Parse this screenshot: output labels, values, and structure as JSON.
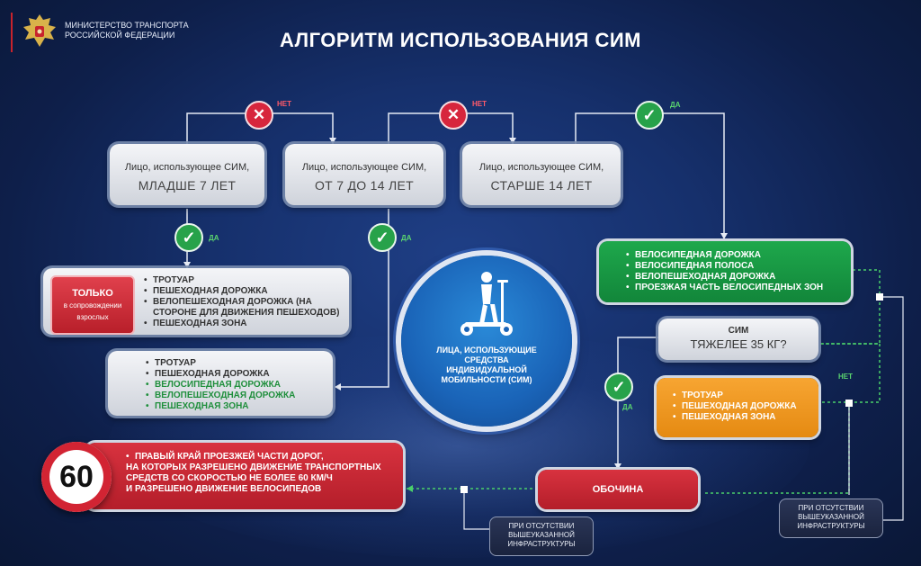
{
  "header": {
    "ministry_line1": "МИНИСТЕРСТВО ТРАНСПОРТА",
    "ministry_line2": "РОССИЙСКОЙ ФЕДЕРАЦИИ",
    "title": "АЛГОРИТМ ИСПОЛЬЗОВАНИЯ СИМ"
  },
  "age_boxes": [
    {
      "line1": "Лицо, использующее СИМ,",
      "line2": "МЛАДШЕ 7 ЛЕТ"
    },
    {
      "line1": "Лицо, использующее СИМ,",
      "line2": "ОТ 7 ДО 14 ЛЕТ"
    },
    {
      "line1": "Лицо, использующее СИМ,",
      "line2": "СТАРШЕ 14 ЛЕТ"
    }
  ],
  "decision_labels": {
    "no1": "НЕТ",
    "no2": "НЕТ",
    "yes_top": "ДА",
    "yes_left": "ДА",
    "yes_mid": "ДА",
    "yes_lower": "ДА",
    "no_right": "НЕТ"
  },
  "under7": {
    "badge_line1": "ТОЛЬКО",
    "badge_line2": "в сопровождении",
    "badge_line3": "взрослых",
    "items": [
      "ТРОТУАР",
      "ПЕШЕХОДНАЯ ДОРОЖКА",
      "ВЕЛОПЕШЕХОДНАЯ ДОРОЖКА (НА",
      "СТОРОНЕ ДЛЯ ДВИЖЕНИЯ ПЕШЕХОДОВ)",
      "ПЕШЕХОДНАЯ ЗОНА"
    ]
  },
  "age7_14": {
    "items_red": [
      "ТРОТУАР",
      "ПЕШЕХОДНАЯ ДОРОЖКА"
    ],
    "items_green": [
      "ВЕЛОСИПЕДНАЯ ДОРОЖКА",
      "ВЕЛОПЕШЕХОДНАЯ ДОРОЖКА",
      "ПЕШЕХОДНАЯ ЗОНА"
    ]
  },
  "over14": {
    "items": [
      "ВЕЛОСИПЕДНАЯ ДОРОЖКА",
      "ВЕЛОСИПЕДНАЯ ПОЛОСА",
      "ВЕЛОПЕШЕХОДНАЯ ДОРОЖКА",
      "ПРОЕЗЖАЯ ЧАСТЬ ВЕЛОСИПЕДНЫХ ЗОН"
    ]
  },
  "weight_question": {
    "line1": "СИМ",
    "line2": "ТЯЖЕЛЕЕ 35 КГ?"
  },
  "heavy_no": {
    "items": [
      "ТРОТУАР",
      "ПЕШЕХОДНАЯ ДОРОЖКА",
      "ПЕШЕХОДНАЯ ЗОНА"
    ]
  },
  "shoulder": {
    "label": "ОБОЧИНА"
  },
  "center": {
    "line1": "ЛИЦА, ИСПОЛЬЗУЮЩИЕ",
    "line2": "СРЕДСТВА",
    "line3": "ИНДИВИДУАЛЬНОЙ",
    "line4": "МОБИЛЬНОСТИ (СИМ)"
  },
  "road60": {
    "sign_value": "60",
    "line1": "ПРАВЫЙ КРАЙ ПРОЕЗЖЕЙ ЧАСТИ ДОРОГ,",
    "line2": "НА КОТОРЫХ РАЗРЕШЕНО ДВИЖЕНИЕ ТРАНСПОРТНЫХ",
    "line3": "СРЕДСТВ СО СКОРОСТЬЮ НЕ БОЛЕЕ 60 КМ/Ч",
    "line4": "И РАЗРЕШЕНО ДВИЖЕНИЕ ВЕЛОСИПЕДОВ"
  },
  "notes": {
    "right_line1": "ПРИ ОТСУТСТВИИ",
    "right_line2": "ВЫШЕУКАЗАННОЙ",
    "right_line3": "ИНФРАСТРУКТУРЫ",
    "bottom_line1": "ПРИ ОТСУТСТВИИ",
    "bottom_line2": "ВЫШЕУКАЗАННОЙ",
    "bottom_line3": "ИНФРАСТРУКТУРЫ"
  },
  "colors": {
    "green": "#1ea84c",
    "red": "#d22433",
    "orange": "#f39a22",
    "background": "#16306c"
  }
}
